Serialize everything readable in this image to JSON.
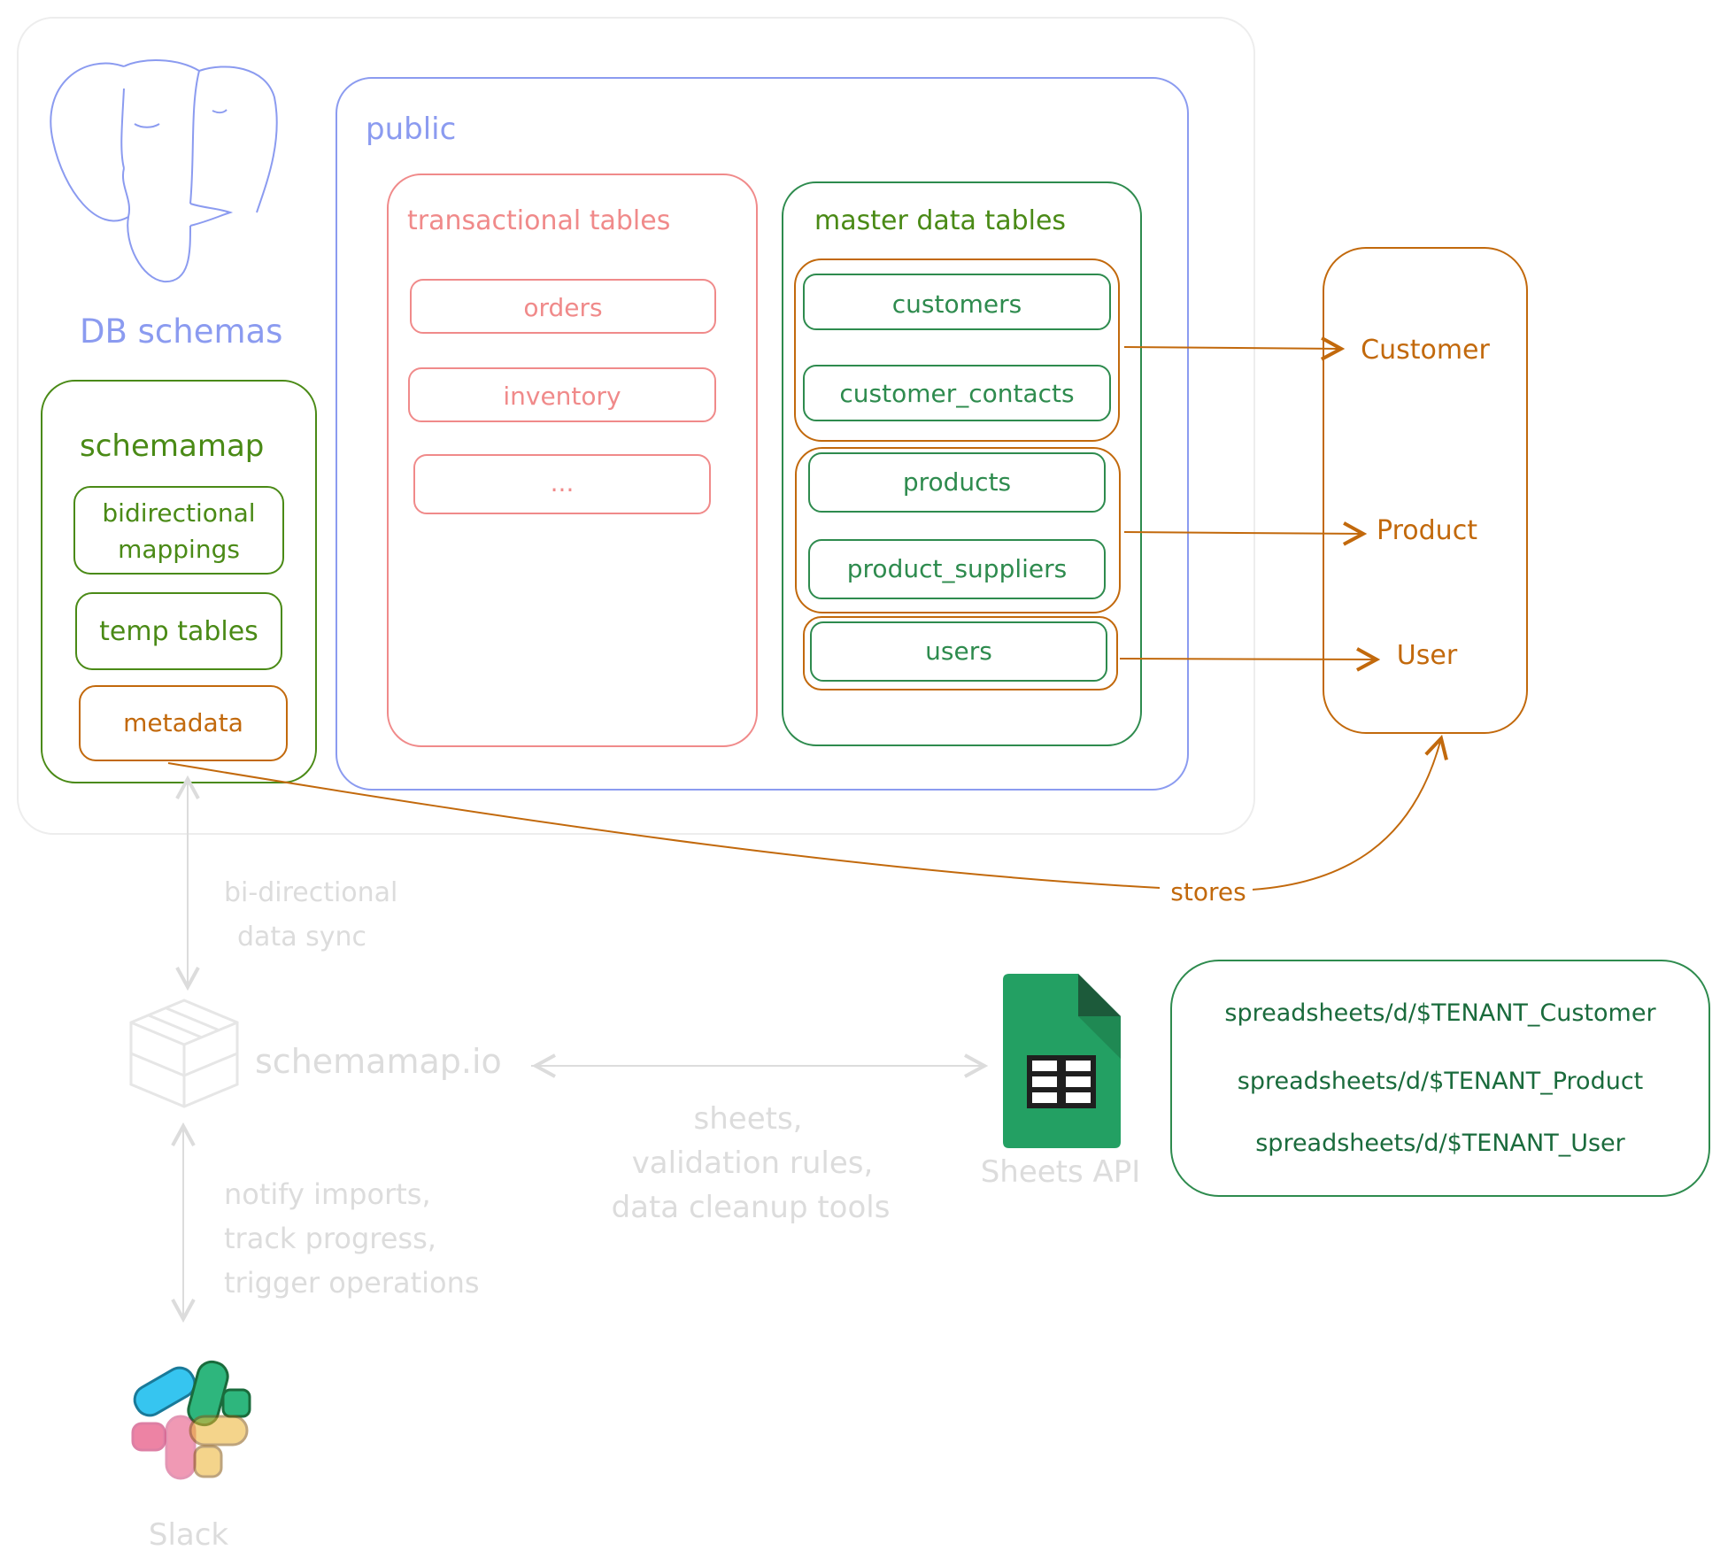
{
  "db": {
    "caption": "DB schemas"
  },
  "public": {
    "title": "public",
    "transactional": {
      "title": "transactional tables",
      "items": [
        "orders",
        "inventory",
        "..."
      ]
    },
    "master": {
      "title": "master data tables",
      "items": [
        "customers",
        "customer_contacts",
        "products",
        "product_suppliers",
        "users"
      ]
    }
  },
  "schemamap": {
    "title": "schemamap",
    "items": [
      "bidirectional",
      "mappings",
      "temp tables",
      "metadata"
    ]
  },
  "entities": [
    "Customer",
    "Product",
    "User"
  ],
  "edges": {
    "stores": "stores",
    "sync": [
      "bi-directional",
      "data sync"
    ],
    "notify": [
      "notify imports,",
      "track progress,",
      "trigger operations"
    ],
    "sheets": [
      "sheets,",
      "validation rules,",
      "data cleanup tools"
    ]
  },
  "services": {
    "schemamap_io": "schemamap.io",
    "sheets_api": "Sheets API",
    "slack": "Slack"
  },
  "spreadsheets": [
    "spreadsheets/d/$TENANT_Customer",
    "spreadsheets/d/$TENANT_Product",
    "spreadsheets/d/$TENANT_User"
  ],
  "colors": {
    "blue": "#8b9bf0",
    "red": "#f08a8a",
    "green": "#2e8b4e",
    "olive": "#4a8a16",
    "orange": "#c2690c",
    "grey": "#dcdcdc",
    "sheets": "#23a063"
  }
}
